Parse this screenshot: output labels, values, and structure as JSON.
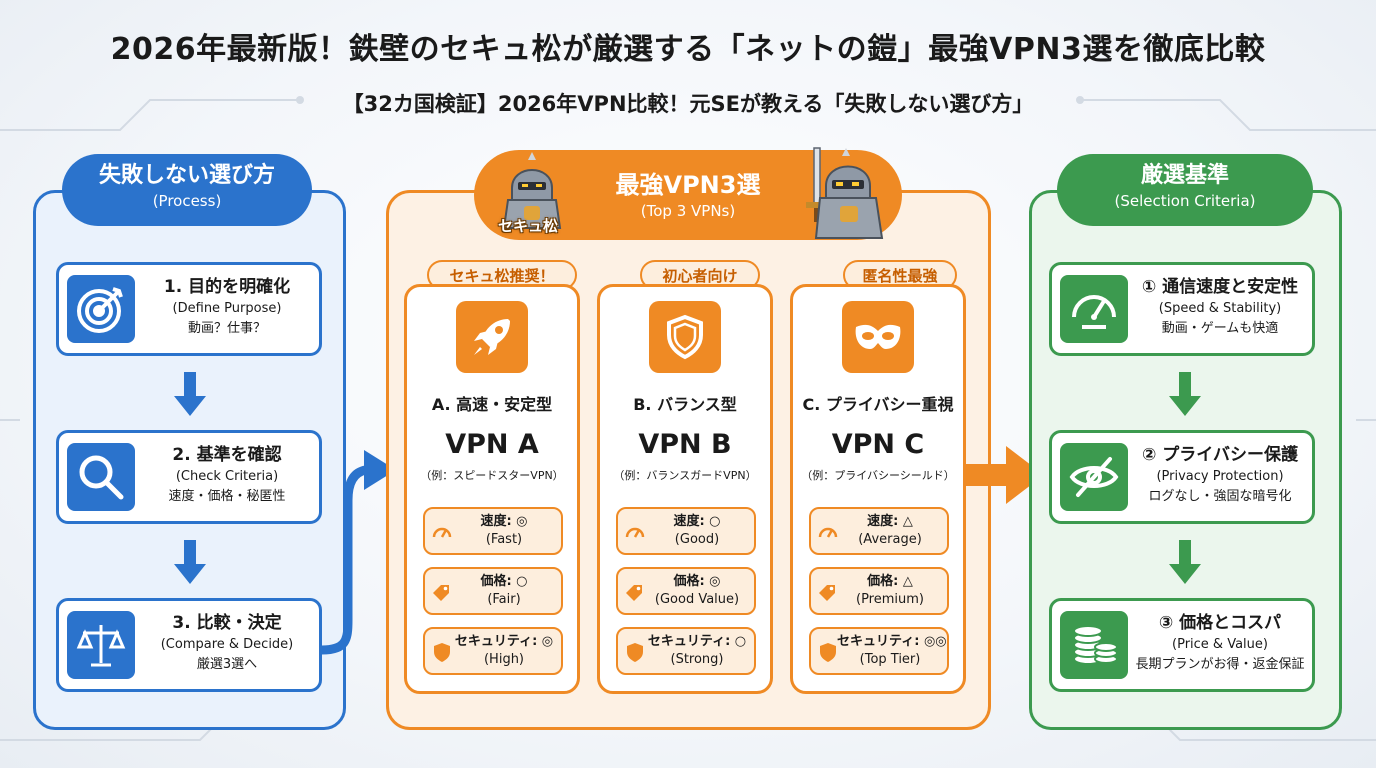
{
  "title": "2026年最新版！鉄壁のセキュ松が厳選する「ネットの鎧」最強VPN3選を徹底比較",
  "subtitle": "【32カ国検証】2026年VPN比較！元SEが教える「失敗しない選び方」",
  "colors": {
    "blue": "#2b73cc",
    "orange": "#ef8a24",
    "green": "#3c9a4f"
  },
  "process": {
    "title": "失敗しない選び方",
    "subtitle": "(Process)",
    "steps": [
      {
        "icon": "target-icon",
        "title": "1. 目的を明確化",
        "en": "(Define Purpose)",
        "note": "動画？仕事？"
      },
      {
        "icon": "search-icon",
        "title": "2. 基準を確認",
        "en": "(Check Criteria)",
        "note": "速度・価格・秘匿性"
      },
      {
        "icon": "scale-icon",
        "title": "3. 比較・決定",
        "en": "(Compare & Decide)",
        "note": "厳選3選へ"
      }
    ]
  },
  "top3": {
    "title": "最強VPN3選",
    "subtitle": "(Top 3 VPNs)",
    "mascot_label": "セキュ松",
    "cards": [
      {
        "tag": "セキュ松推奨！",
        "icon": "rocket-icon",
        "type": "A. 高速・安定型",
        "name": "VPN A",
        "example": "（例：スピードスターVPN）",
        "attrs": [
          {
            "icon": "speedometer-icon",
            "label": "速度: ◎",
            "value": "(Fast)"
          },
          {
            "icon": "price-tag-icon",
            "label": "価格: ○",
            "value": "(Fair)"
          },
          {
            "icon": "shield-icon",
            "label": "セキュリティ: ◎",
            "value": "(High)"
          }
        ]
      },
      {
        "tag": "初心者向け",
        "icon": "shield-icon",
        "type": "B. バランス型",
        "name": "VPN B",
        "example": "（例：バランスガードVPN）",
        "attrs": [
          {
            "icon": "speedometer-icon",
            "label": "速度: ○",
            "value": "(Good)"
          },
          {
            "icon": "price-tag-icon",
            "label": "価格: ◎",
            "value": "(Good Value)"
          },
          {
            "icon": "shield-icon",
            "label": "セキュリティ: ○",
            "value": "(Strong)"
          }
        ]
      },
      {
        "tag": "匿名性最強",
        "icon": "mask-icon",
        "type": "C. プライバシー重視",
        "name": "VPN C",
        "example": "（例：プライバシーシールド）",
        "attrs": [
          {
            "icon": "speedometer-icon",
            "label": "速度: △",
            "value": "(Average)"
          },
          {
            "icon": "price-tag-icon",
            "label": "価格: △",
            "value": "(Premium)"
          },
          {
            "icon": "shield-icon",
            "label": "セキュリティ: ◎◎",
            "value": "(Top Tier)"
          }
        ]
      }
    ]
  },
  "criteria": {
    "title": "厳選基準",
    "subtitle": "(Selection Criteria)",
    "items": [
      {
        "icon": "speedometer-icon",
        "title": "① 通信速度と安定性",
        "en": "(Speed & Stability)",
        "note": "動画・ゲームも快適"
      },
      {
        "icon": "eye-slash-icon",
        "title": "② プライバシー保護",
        "en": "(Privacy Protection)",
        "note": "ログなし・強固な暗号化"
      },
      {
        "icon": "coins-icon",
        "title": "③ 価格とコスパ",
        "en": "(Price & Value)",
        "note": "長期プランがお得・返金保証"
      }
    ]
  }
}
